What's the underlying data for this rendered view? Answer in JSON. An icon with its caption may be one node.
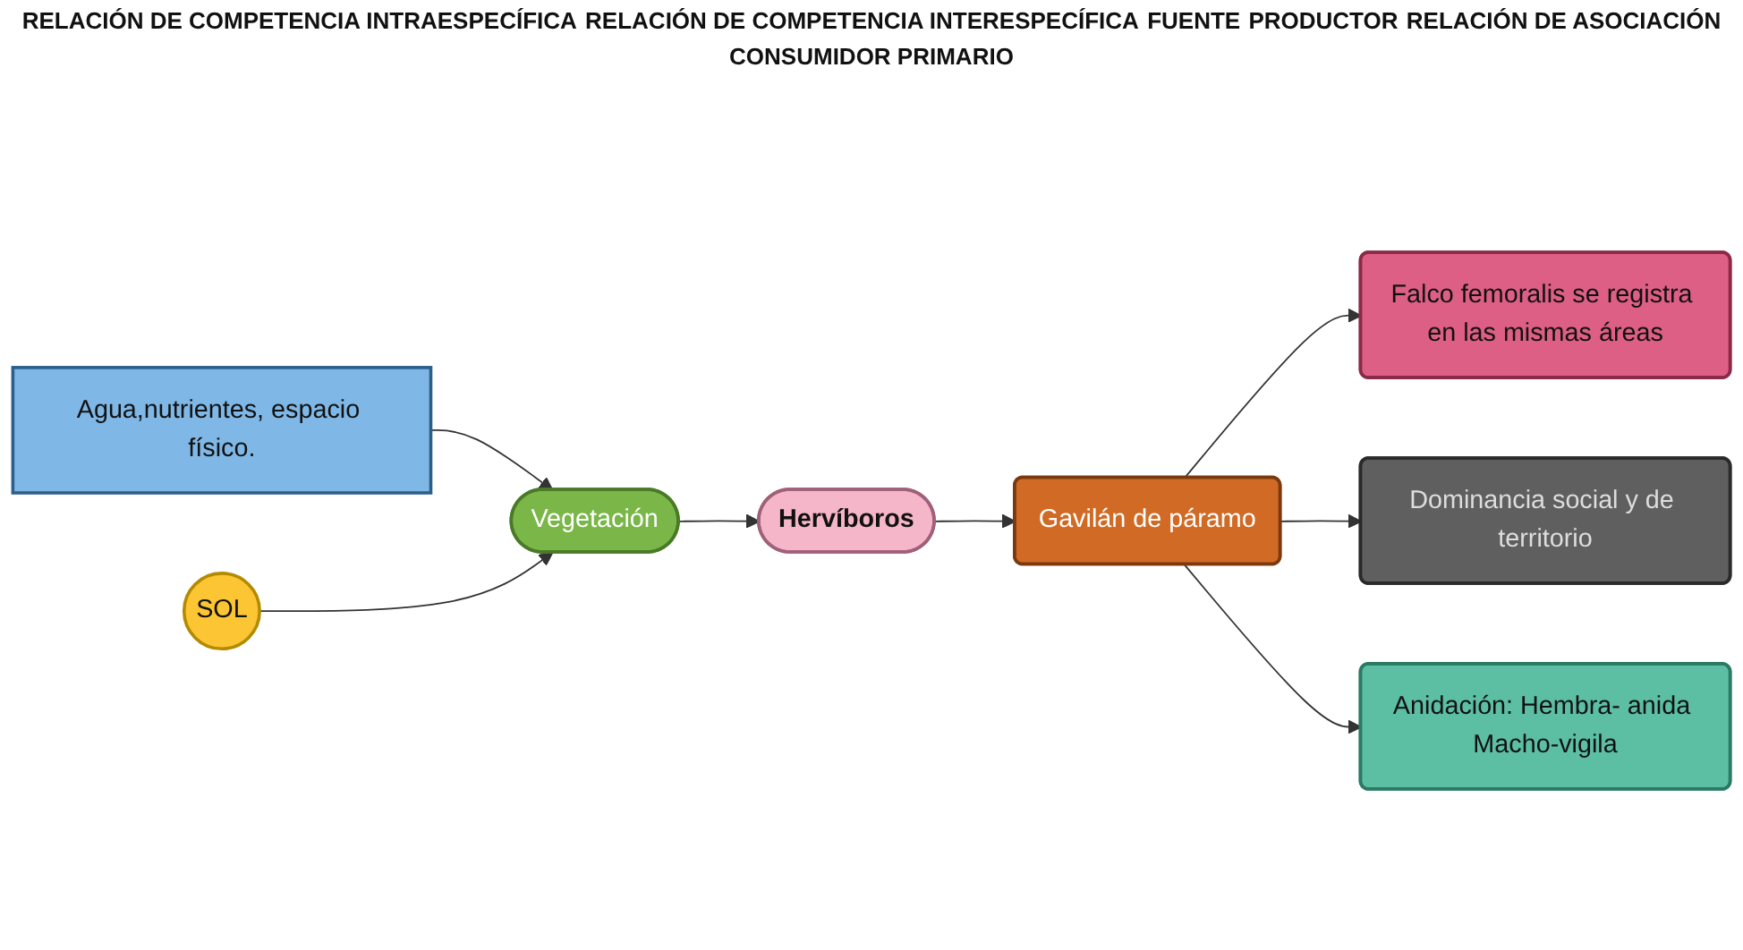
{
  "diagram": {
    "nodes": [
      {
        "text": [
          "Agua,nutrientes, espacio físico."
        ]
      },
      {
        "text": [
          "SOL"
        ]
      },
      {
        "text": [
          "Vegetación"
        ]
      },
      {
        "text": [
          "Hervíboros"
        ]
      },
      {
        "text": [
          "Gavilán de páramo"
        ]
      },
      {
        "text": [
          "Falco femoralis se registra en las mismas áreas"
        ]
      },
      {
        "text": [
          "Dominancia social y de territorio"
        ]
      },
      {
        "text": [
          "Anidación: Hembra- anida Macho-vigila"
        ]
      }
    ],
    "edges": [
      {
        "from": 0,
        "to": 2,
        "arrow": "to"
      },
      {
        "from": 1,
        "to": 2,
        "arrow": "to"
      },
      {
        "from": 2,
        "to": 3,
        "arrow": "to"
      },
      {
        "from": 3,
        "to": 4,
        "arrow": "to"
      },
      {
        "from": 4,
        "to": 5,
        "arrow": "to"
      },
      {
        "from": 4,
        "to": 6,
        "arrow": "to"
      },
      {
        "from": 4,
        "to": 7,
        "arrow": "to"
      }
    ],
    "labels": [
      "RELACIÓN DE COMPETENCIA INTRAESPECÍFICA",
      "RELACIÓN DE COMPETENCIA INTERESPECÍFICA",
      "FUENTE",
      "PRODUCTOR",
      "RELACIÓN DE ASOCIACIÓN",
      "CONSUMIDOR PRIMARIO"
    ]
  }
}
